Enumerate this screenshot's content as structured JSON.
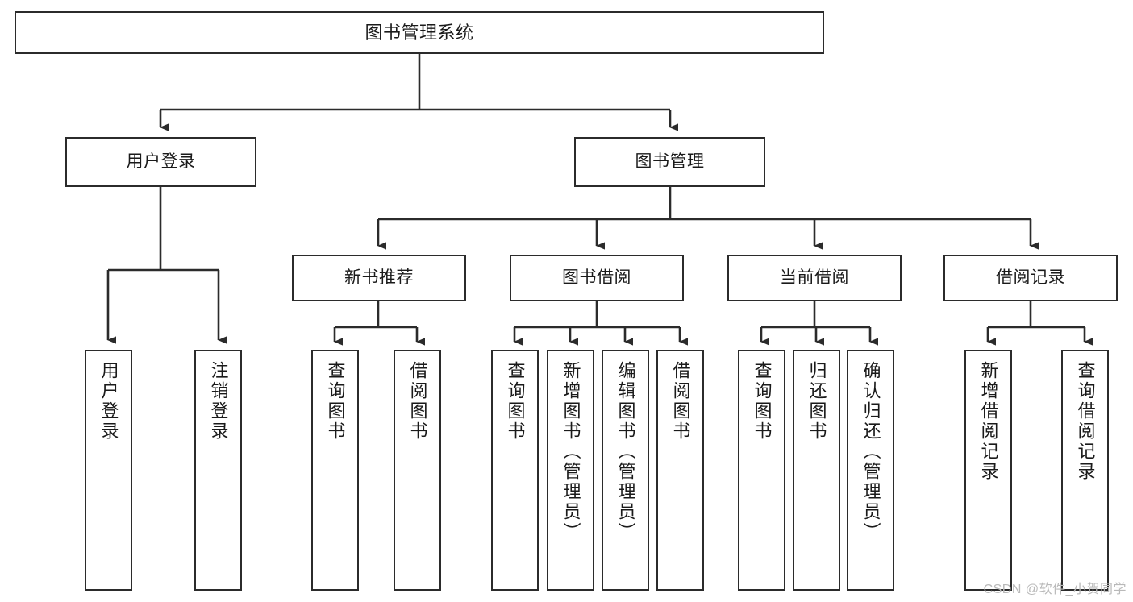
{
  "diagram": {
    "title": "图书管理系统",
    "type": "tree-hierarchy",
    "watermark": "CSDN @软件_小贺同学",
    "colors": {
      "stroke": "#2b2b2b",
      "fill": "#ffffff",
      "text": "#1a1a1a",
      "watermark": "#b9b9b9"
    }
  },
  "nodes": {
    "root": {
      "label": "图书管理系统"
    },
    "level2": [
      {
        "id": "user-login",
        "label": "用户登录"
      },
      {
        "id": "book-manage",
        "label": "图书管理"
      }
    ],
    "level3": [
      {
        "id": "new-book-recommend",
        "label": "新书推荐"
      },
      {
        "id": "book-borrow",
        "label": "图书借阅"
      },
      {
        "id": "current-borrow",
        "label": "当前借阅"
      },
      {
        "id": "borrow-record",
        "label": "借阅记录"
      }
    ],
    "leaves": {
      "user-login": [
        {
          "id": "leaf-user-login",
          "label": "用户登录"
        },
        {
          "id": "leaf-logout",
          "label": "注销登录"
        }
      ],
      "new-book-recommend": [
        {
          "id": "leaf-query-book-1",
          "label": "查询图书"
        },
        {
          "id": "leaf-borrow-book-1",
          "label": "借阅图书"
        }
      ],
      "book-borrow": [
        {
          "id": "leaf-query-book-2",
          "label": "查询图书"
        },
        {
          "id": "leaf-add-book",
          "label": "新增图书（管理员）"
        },
        {
          "id": "leaf-edit-book",
          "label": "编辑图书（管理员）"
        },
        {
          "id": "leaf-borrow-book-2",
          "label": "借阅图书"
        }
      ],
      "current-borrow": [
        {
          "id": "leaf-query-book-3",
          "label": "查询图书"
        },
        {
          "id": "leaf-return-book",
          "label": "归还图书"
        },
        {
          "id": "leaf-confirm-return",
          "label": "确认归还（管理员）"
        }
      ],
      "borrow-record": [
        {
          "id": "leaf-add-record",
          "label": "新增借阅记录"
        },
        {
          "id": "leaf-query-record",
          "label": "查询借阅记录"
        }
      ]
    }
  }
}
